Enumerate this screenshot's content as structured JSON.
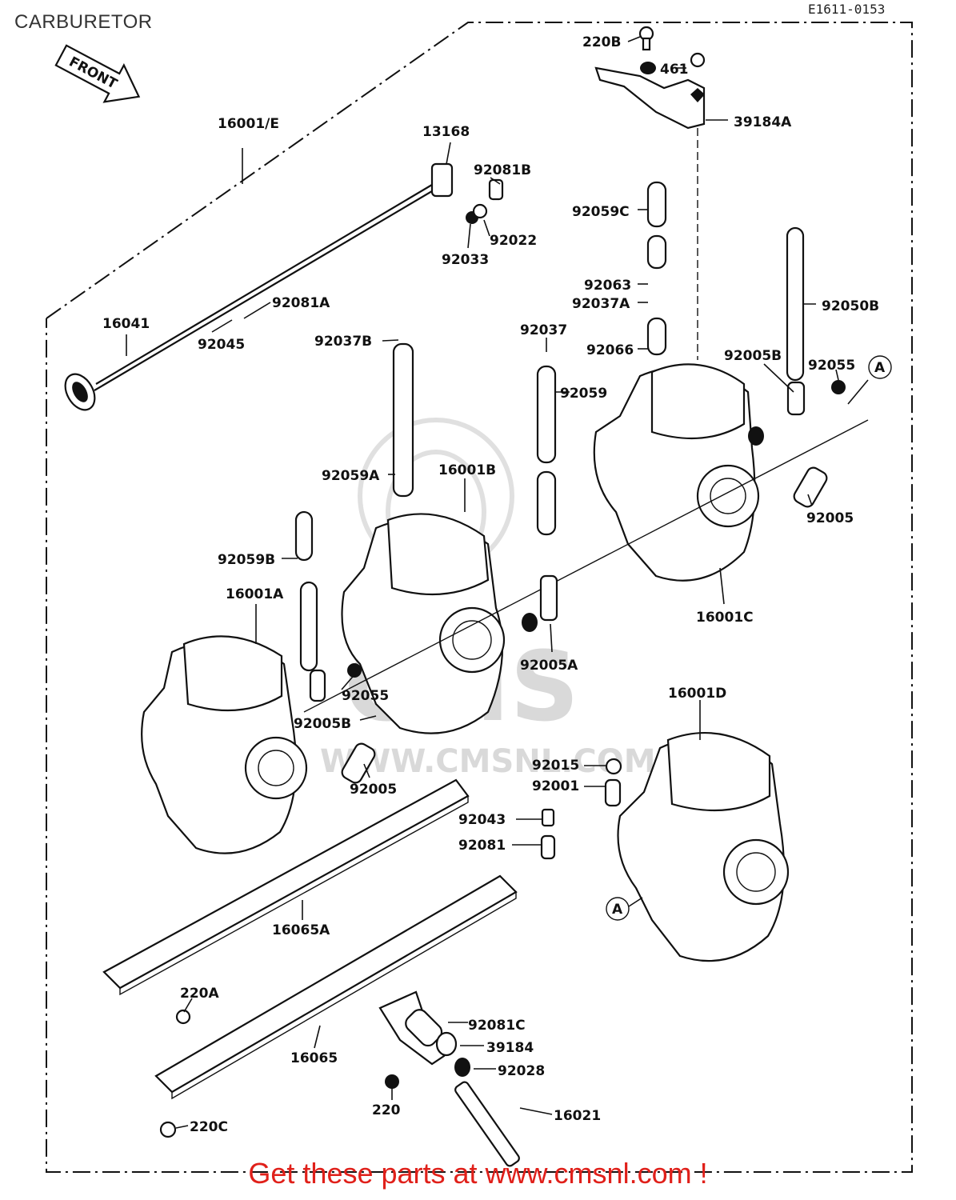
{
  "title": "CARBURETOR",
  "diagram_code": "E1611-0153",
  "front_arrow_label": "FRONT",
  "watermark": "CMS",
  "watermark_url": "WWW.CMSNL.COM",
  "footer_text": "Get these parts at www.cmsnl.com !",
  "parts": [
    "220B",
    "461",
    "39184A",
    "16001/E",
    "13168",
    "92081B",
    "92022",
    "92033",
    "92059C",
    "92063",
    "92037A",
    "92050B",
    "92066",
    "92037",
    "92059",
    "92005B",
    "92055",
    "92081A",
    "16041",
    "92045",
    "92037B",
    "92059A",
    "16001B",
    "92005",
    "92059B",
    "16001A",
    "16001C",
    "92005A",
    "92055",
    "92005B",
    "92005",
    "16001D",
    "92015",
    "92001",
    "92043",
    "92081",
    "16065A",
    "220A",
    "92081C",
    "39184",
    "92028",
    "16065",
    "220",
    "16021",
    "220C"
  ],
  "callout_marker": "A",
  "colors": {
    "footer": "#e0201a",
    "ink": "#111111"
  }
}
